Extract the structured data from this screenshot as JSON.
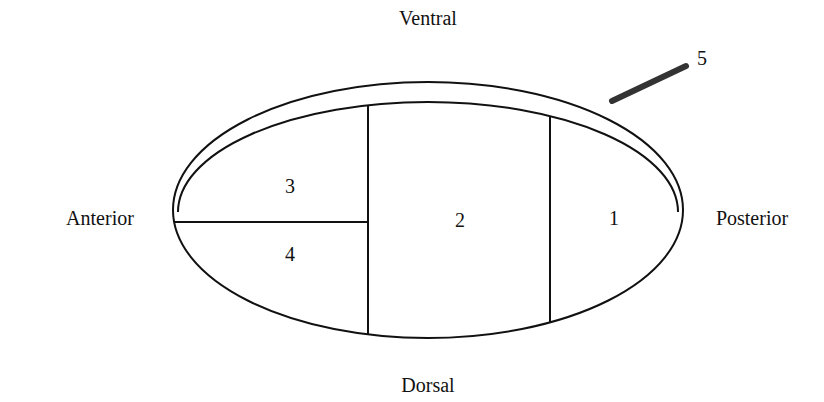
{
  "diagram": {
    "labels": [
      "Ventral",
      "5",
      "Anterior",
      "3",
      "2",
      "1",
      "Posterior",
      "4",
      "Dorsal"
    ]
  }
}
